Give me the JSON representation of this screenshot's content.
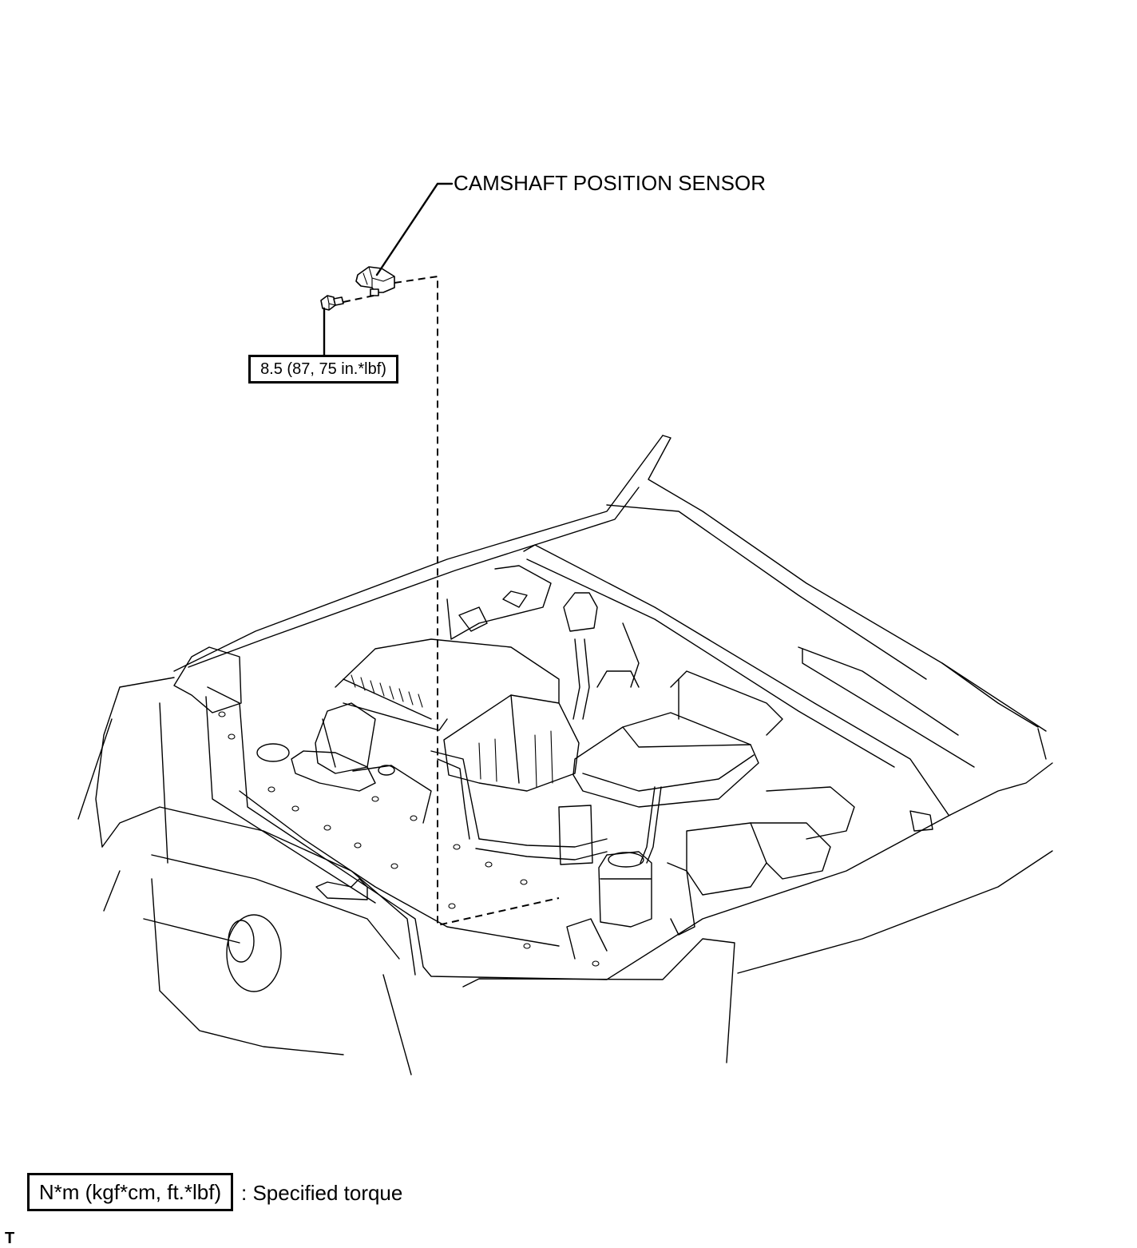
{
  "callouts": {
    "sensor_label": "CAMSHAFT POSITION SENSOR",
    "bolt_torque": "8.5 (87, 75 in.*lbf)"
  },
  "legend": {
    "box_text": "N*m (kgf*cm, ft.*lbf)",
    "description": ": Specified torque"
  },
  "corner_mark": "T"
}
